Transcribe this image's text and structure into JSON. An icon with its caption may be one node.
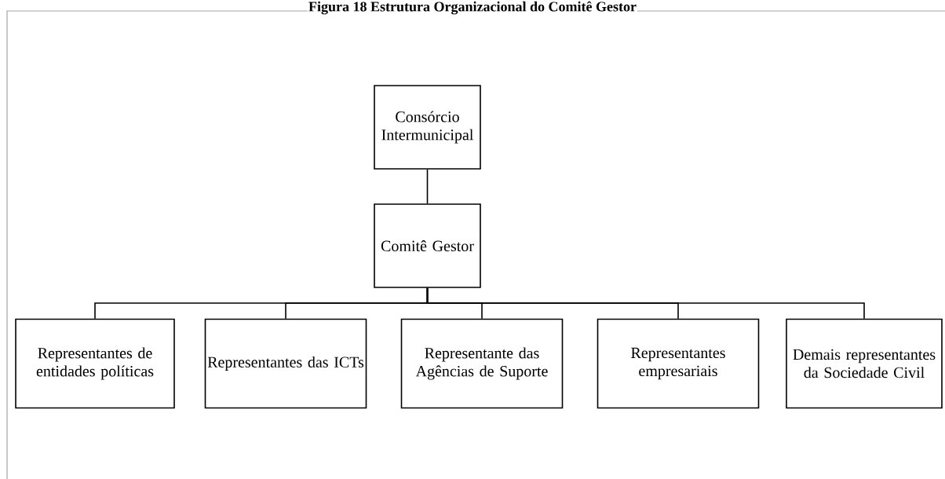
{
  "diagram": {
    "title": "Figura 18 Estrutura Organizacional do Comitê Gestor",
    "nodes": [
      {
        "text": [
          "Consórcio Intermunicipal"
        ]
      },
      {
        "text": [
          "Comitê Gestor"
        ]
      },
      {
        "text": [
          "Representantes de entidades políticas"
        ]
      },
      {
        "text": [
          "Representantes das ICTs"
        ]
      },
      {
        "text": [
          "Representante das Agências de Suporte"
        ]
      },
      {
        "text": [
          "Representantes empresariais"
        ]
      },
      {
        "text": [
          "Demais representantes da Sociedade Civil"
        ]
      }
    ],
    "edges": [
      {
        "from": 0,
        "to": 1,
        "arrow": "none"
      },
      {
        "from": 1,
        "to": 2,
        "arrow": "none"
      },
      {
        "from": 1,
        "to": 3,
        "arrow": "none"
      },
      {
        "from": 1,
        "to": 4,
        "arrow": "none"
      },
      {
        "from": 1,
        "to": 5,
        "arrow": "none"
      },
      {
        "from": 1,
        "to": 6,
        "arrow": "none"
      }
    ]
  }
}
